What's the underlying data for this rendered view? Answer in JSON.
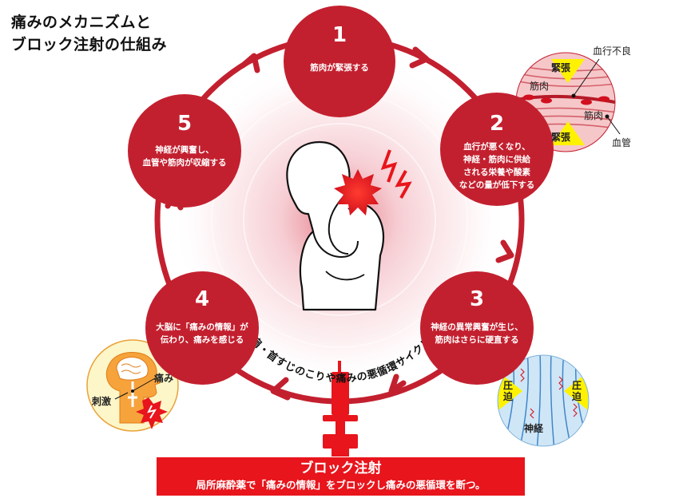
{
  "title": {
    "line1": "痛みのメカニズムと",
    "line2": "ブロック注射の仕組み"
  },
  "cycle_label": "肩・首すじのこりや痛みの悪循環サイクル",
  "steps": [
    {
      "num": "1",
      "text": "筋肉が緊張する"
    },
    {
      "num": "2",
      "text": "血行が悪くなり、\n神経・筋肉に供給\nされる栄養や酸素\nなどの量が低下する"
    },
    {
      "num": "3",
      "text": "神経の異常興奮が生じ、\n筋肉はさらに硬直する"
    },
    {
      "num": "4",
      "text": "大脳に「痛みの情報」が\n伝わり、痛みを感じる"
    },
    {
      "num": "5",
      "text": "神経が興奮し、\n血管や筋肉が収縮する"
    }
  ],
  "insets": {
    "muscle": {
      "tension_top": "緊張",
      "tension_bottom": "緊張",
      "muscle_left": "筋肉",
      "muscle_right": "筋肉",
      "poor_circulation": "血行不良",
      "blood_vessel": "血管"
    },
    "nerve": {
      "pressure_left": "圧迫",
      "pressure_right": "圧迫",
      "nerve": "神経"
    },
    "brain": {
      "pain": "痛み",
      "stimulus": "刺激"
    }
  },
  "banner": {
    "title": "ブロック注射",
    "subtitle": "局所麻酔薬で「痛みの情報」をブロックし痛みの悪循環を断つ。"
  },
  "colors": {
    "cycle_red": "#c3202f",
    "banner_red": "#e8151c",
    "syringe_red": "#e8151c",
    "glow_pink": "#f4c5cb",
    "brain_bg": "#fdf6c8",
    "nerve_bg": "#cfe6f7",
    "tension_yellow": "#fff200"
  }
}
